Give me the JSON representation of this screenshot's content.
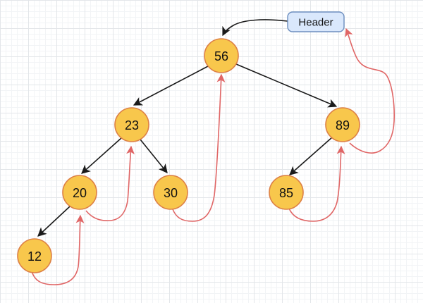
{
  "header": {
    "label": "Header"
  },
  "nodes": [
    {
      "value": "56"
    },
    {
      "value": "23"
    },
    {
      "value": "89"
    },
    {
      "value": "20"
    },
    {
      "value": "30"
    },
    {
      "value": "85"
    },
    {
      "value": "12"
    }
  ],
  "tree_edges": [
    {
      "from": "56",
      "to": "23"
    },
    {
      "from": "56",
      "to": "89"
    },
    {
      "from": "23",
      "to": "20"
    },
    {
      "from": "23",
      "to": "30"
    },
    {
      "from": "20",
      "to": "12"
    },
    {
      "from": "89",
      "to": "85"
    },
    {
      "from": "Header",
      "to": "56"
    }
  ],
  "thread_links": [
    {
      "from": "12",
      "to": "20"
    },
    {
      "from": "20",
      "to": "23"
    },
    {
      "from": "30",
      "to": "56"
    },
    {
      "from": "85",
      "to": "89"
    },
    {
      "from": "89",
      "to": "Header"
    }
  ],
  "colors": {
    "node_fill": "#F8C74C",
    "node_stroke": "#DD8046",
    "edge": "#1A1A1A",
    "thread": "#E06666",
    "header_fill": "#DAE8FC",
    "header_stroke": "#6C8EBF",
    "background": "#FFFFFF"
  }
}
